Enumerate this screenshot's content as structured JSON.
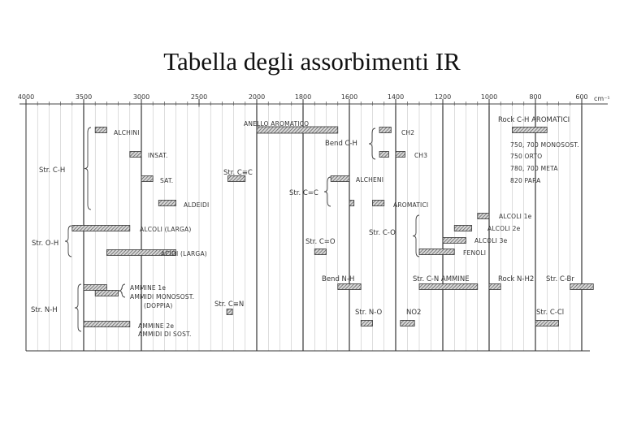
{
  "title": "Tabella degli assorbimenti IR",
  "chart_data": {
    "type": "bar",
    "unit_label": "cm⁻¹",
    "x_ticks": [
      {
        "value": 4000,
        "label": "4000"
      },
      {
        "value": 3500,
        "label": "3500"
      },
      {
        "value": 3000,
        "label": "3000"
      },
      {
        "value": 2500,
        "label": "2500"
      },
      {
        "value": 2000,
        "label": "2000"
      },
      {
        "value": 1800,
        "label": "1800"
      },
      {
        "value": 1600,
        "label": "1600"
      },
      {
        "value": 1400,
        "label": "1400"
      },
      {
        "value": 1200,
        "label": "1200"
      },
      {
        "value": 1000,
        "label": "1000"
      },
      {
        "value": 800,
        "label": "800"
      },
      {
        "value": 600,
        "label": "600"
      }
    ],
    "grid_lines": [
      3500,
      3000,
      2000,
      1800,
      1600,
      1400,
      1200,
      1000,
      800,
      600
    ],
    "bars": [
      {
        "label": "ALCHINI",
        "x0": 3400,
        "x1": 3300
      },
      {
        "label": "INSAT.",
        "x0": 3100,
        "x1": 3000
      },
      {
        "label": "SAT.",
        "x0": 3000,
        "x1": 2900
      },
      {
        "label": "ALDEIDI",
        "x0": 2850,
        "x1": 2700
      },
      {
        "label": "ALCOLI (LARGA)",
        "x0": 3600,
        "x1": 3100
      },
      {
        "label": "ACIDI (LARGA)",
        "x0": 3300,
        "x1": 2700
      },
      {
        "label": "AMMINE 1e",
        "x0": 3500,
        "x1": 3300
      },
      {
        "label": "AMMIDI MONOSOST. (DOPPIA)",
        "x0": 3400,
        "x1": 3200
      },
      {
        "label": "AMMINE 2e AMMIDI DI SOST.",
        "x0": 3500,
        "x1": 3100
      },
      {
        "label": "ANELLO AROMATICO",
        "x0": 2000,
        "x1": 1650
      },
      {
        "label": "Str. C≡C",
        "x0": 2250,
        "x1": 2100
      },
      {
        "label": "Str. C≡N",
        "x0": 2260,
        "x1": 2210
      },
      {
        "label": "Str. C=O",
        "x0": 1750,
        "x1": 1700
      },
      {
        "label": "ALCHENI",
        "x0": 1680,
        "x1": 1600
      },
      {
        "label": "AROMATICI",
        "x0": 1600,
        "x1": 1580
      },
      {
        "label": "AROMATICI",
        "x0": 1500,
        "x1": 1450
      },
      {
        "label": "CH2",
        "x0": 1470,
        "x1": 1420
      },
      {
        "label": "CH3",
        "x0": 1470,
        "x1": 1430
      },
      {
        "label": "CH3",
        "x0": 1400,
        "x1": 1360
      },
      {
        "label": "Bend N-H",
        "x0": 1650,
        "x1": 1550
      },
      {
        "label": "Str. N-O NO2",
        "x0": 1550,
        "x1": 1500
      },
      {
        "label": "Str. N-O NO2",
        "x0": 1380,
        "x1": 1320
      },
      {
        "label": "ALCOLI 1e",
        "x0": 1050,
        "x1": 1000
      },
      {
        "label": "ALCOLI 2e",
        "x0": 1150,
        "x1": 1075
      },
      {
        "label": "ALCOLI 3e",
        "x0": 1200,
        "x1": 1100
      },
      {
        "label": "FENOLI",
        "x0": 1300,
        "x1": 1150
      },
      {
        "label": "Str. C-N AMMINE",
        "x0": 1300,
        "x1": 1050
      },
      {
        "label": "Rock N-H2",
        "x0": 1000,
        "x1": 950
      },
      {
        "label": "Rock C-H AROMATICI",
        "x0": 900,
        "x1": 750
      },
      {
        "label": "Str. C-Br",
        "x0": 650,
        "x1": 550
      },
      {
        "label": "Str. C-Cl",
        "x0": 800,
        "x1": 700
      }
    ]
  },
  "labels": {
    "str_ch": "Str. C-H",
    "alchini": "ALCHINI",
    "insat": "INSAT.",
    "sat": "SAT.",
    "aldeidi": "ALDEIDI",
    "str_oh": "Str. O-H",
    "alcoli_larga": "ALCOLI (LARGA)",
    "acidi_larga": "ACIDI (LARGA)",
    "str_nh": "Str. N-H",
    "ammine1": "AMMINE 1e",
    "ammidi_mono": "AMMIDI MONOSOST.",
    "doppia": "(DOPPIA)",
    "ammine2": "AMMINE 2e",
    "ammidi_di": "AMMIDI DI SOST.",
    "anello": "ANELLO AROMATICO",
    "str_cc_triple": "Str. C≡C",
    "str_cn_triple": "Str. C≡N",
    "str_cc_double": "Str. C=C",
    "alcheni": "ALCHENI",
    "aromatici": "AROMATICI",
    "str_co_double": "Str. C=O",
    "bend_ch": "Bend C-H",
    "ch2": "CH2",
    "ch3": "CH3",
    "str_co": "Str. C-O",
    "alcoli1": "ALCOLI 1e",
    "alcoli2": "ALCOLI 2e",
    "alcoli3": "ALCOLI 3e",
    "fenoli": "FENOLI",
    "bend_nh": "Bend N-H",
    "str_cn_ammine": "Str. C-N AMMINE",
    "rock_nh2": "Rock N-H2",
    "str_no": "Str. N-O",
    "no2": "NO2",
    "rock_ch": "Rock C-H AROMATICI",
    "r750_700_mono": "750, 700 MONOSOST.",
    "r750_orto": "750 ORTO",
    "r780_700_meta": "780, 700 META",
    "r820_para": "820 PARA",
    "str_cbr": "Str. C-Br",
    "str_ccl": "Str. C-Cl"
  }
}
